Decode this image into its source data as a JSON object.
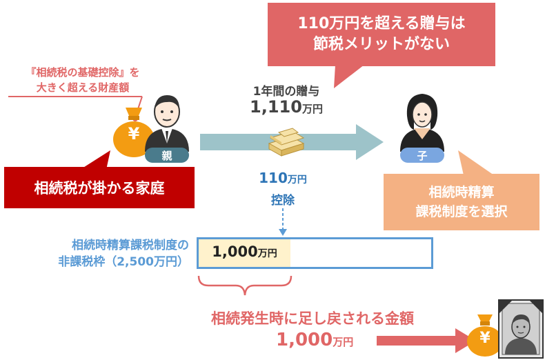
{
  "callout_top": {
    "line1": "110万円を超える贈与は",
    "line2": "節税メリットがない"
  },
  "asset_note": {
    "line1": "『相続税の基礎控除』を",
    "line2": "大きく超える財産額"
  },
  "parent_label": "親",
  "child_label": "子",
  "gift": {
    "caption": "1年間の贈与",
    "amount": "1,110",
    "unit": "万円"
  },
  "deduction": {
    "amount": "110",
    "unit": "万円",
    "label": "控除"
  },
  "red_box": "相続税が掛かる家庭",
  "orange_box": {
    "line1": "相続時精算",
    "line2": "課税制度を選択"
  },
  "exemption": {
    "line1": "相続時精算課税制度の",
    "line2": "非課税枠（2,500万円）"
  },
  "bar_value": {
    "amount": "1,000",
    "unit": "万円"
  },
  "addback": {
    "caption": "相続発生時に足し戻される金額",
    "amount": "1,000",
    "unit": "万円"
  },
  "yen_symbol": "¥",
  "colors": {
    "red": "#c00000",
    "pink": "#e06666",
    "orange": "#f4b183",
    "blue": "#5b9bd5",
    "arrow_blue": "#9dc3c9",
    "bag": "#f39c12",
    "parent_chip": "#4a7b8c",
    "child_chip": "#7aa6e0"
  }
}
